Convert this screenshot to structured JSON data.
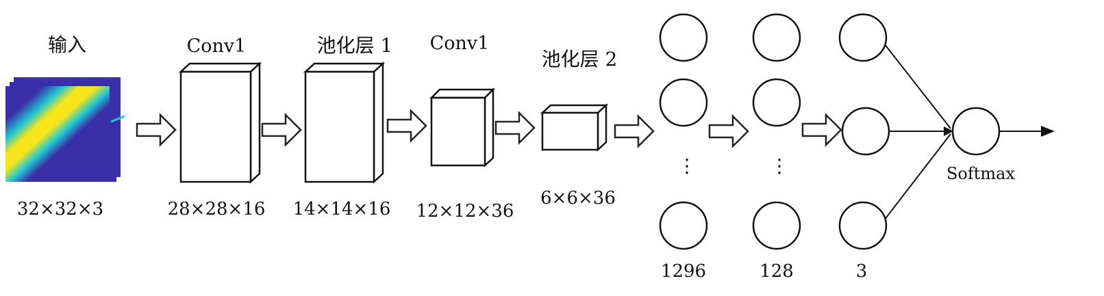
{
  "labels": {
    "input_title": "输入",
    "conv1_title": "Conv1",
    "pool1_title": "池化层 1",
    "conv2_title": "Conv1",
    "pool2_title": "池化层 2",
    "input_dim": "32×32×3",
    "conv1_dim": "28×28×16",
    "pool1_dim": "14×14×16",
    "conv2_dim": "12×12×36",
    "pool2_dim": "6×6×36",
    "fc1_size": "1296",
    "fc2_size": "128",
    "fc3_size": "3",
    "softmax": "Softmax",
    "ellipsis": "⋮"
  },
  "colors": {
    "input_background": "#3a2fa8",
    "gradient_cyan": "#1fc7d4",
    "gradient_yellow": "#f7e51a",
    "line": "#111111"
  }
}
